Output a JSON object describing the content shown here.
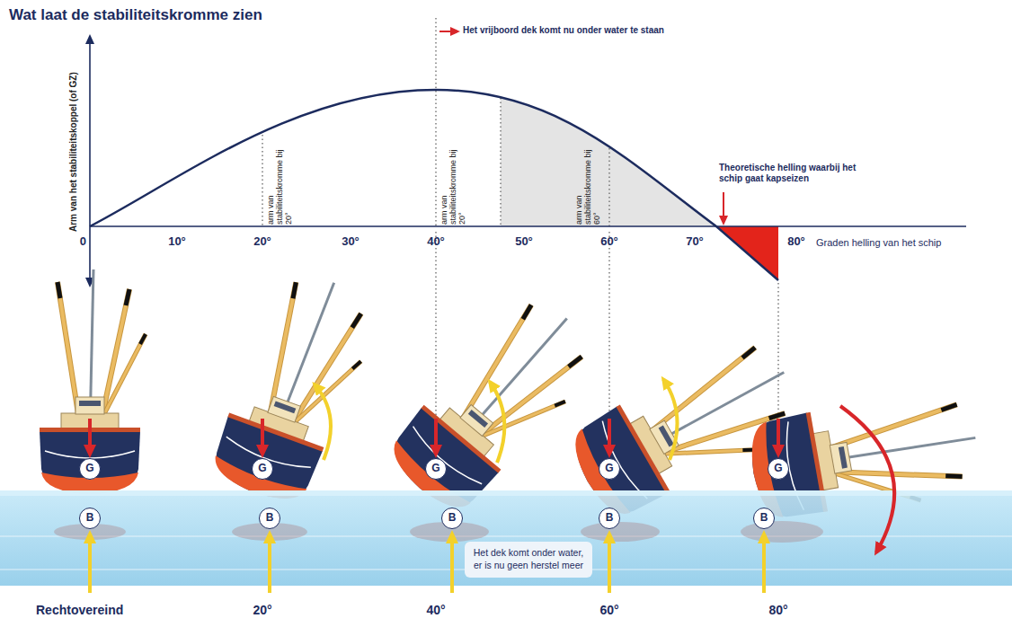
{
  "diagram": {
    "title": "Wat laat de stabiliteitskromme zien",
    "nodes": [
      {
        "text": [
          "G"
        ]
      },
      {
        "text": [
          "G"
        ]
      },
      {
        "text": [
          "G"
        ]
      },
      {
        "text": [
          "G"
        ]
      },
      {
        "text": [
          "G"
        ]
      },
      {
        "text": [
          "B"
        ]
      },
      {
        "text": [
          "B"
        ]
      },
      {
        "text": [
          "B"
        ]
      },
      {
        "text": [
          "B"
        ]
      },
      {
        "text": [
          "B"
        ]
      },
      {
        "text": [
          "Het dek komt onder water, er is nu geen herstel meer"
        ]
      }
    ],
    "labels": [
      "Het vrijboord dek komt nu onder water te staan",
      "Arm van het stabiliteitskoppel (of GZ)",
      "0",
      "10°",
      "20°",
      "30°",
      "40°",
      "50°",
      "60°",
      "70°",
      "80°",
      "Graden helling van het schip",
      "arm van stabiliteitskromme bij 20°",
      "arm van stabiliteitskromme bij 20°",
      "arm van stabiliteitskromme bij 60°",
      "Theoretische helling waarbij het schip gaat kapseizen",
      "Rechtovereind",
      "20°",
      "40°",
      "60°",
      "80°"
    ]
  }
}
